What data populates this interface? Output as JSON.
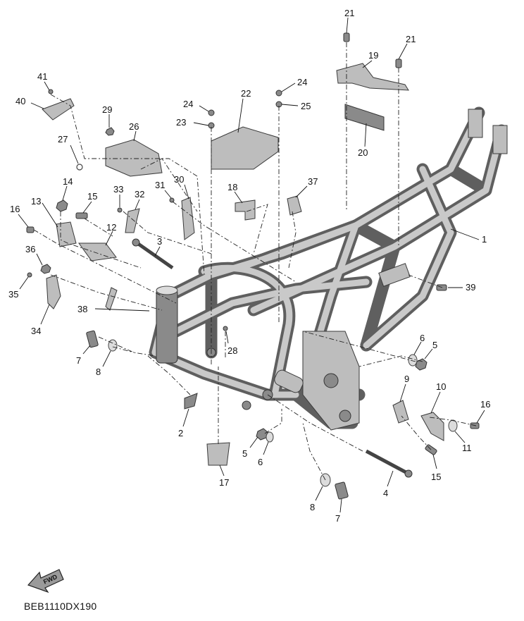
{
  "diagram_code": "BEB1110DX190",
  "fwd_label": "FWD",
  "callouts": [
    {
      "id": "c1",
      "text": "1"
    },
    {
      "id": "c2",
      "text": "2"
    },
    {
      "id": "c3",
      "text": "3"
    },
    {
      "id": "c4",
      "text": "4"
    },
    {
      "id": "c5a",
      "text": "5"
    },
    {
      "id": "c5b",
      "text": "5"
    },
    {
      "id": "c6a",
      "text": "6"
    },
    {
      "id": "c6b",
      "text": "6"
    },
    {
      "id": "c7a",
      "text": "7"
    },
    {
      "id": "c7b",
      "text": "7"
    },
    {
      "id": "c8a",
      "text": "8"
    },
    {
      "id": "c8b",
      "text": "8"
    },
    {
      "id": "c9",
      "text": "9"
    },
    {
      "id": "c10",
      "text": "10"
    },
    {
      "id": "c11",
      "text": "11"
    },
    {
      "id": "c12",
      "text": "12"
    },
    {
      "id": "c13",
      "text": "13"
    },
    {
      "id": "c14",
      "text": "14"
    },
    {
      "id": "c15a",
      "text": "15"
    },
    {
      "id": "c15b",
      "text": "15"
    },
    {
      "id": "c16a",
      "text": "16"
    },
    {
      "id": "c16b",
      "text": "16"
    },
    {
      "id": "c17",
      "text": "17"
    },
    {
      "id": "c18",
      "text": "18"
    },
    {
      "id": "c19",
      "text": "19"
    },
    {
      "id": "c20",
      "text": "20"
    },
    {
      "id": "c21a",
      "text": "21"
    },
    {
      "id": "c21b",
      "text": "21"
    },
    {
      "id": "c22",
      "text": "22"
    },
    {
      "id": "c23",
      "text": "23"
    },
    {
      "id": "c24a",
      "text": "24"
    },
    {
      "id": "c24b",
      "text": "24"
    },
    {
      "id": "c25",
      "text": "25"
    },
    {
      "id": "c26",
      "text": "26"
    },
    {
      "id": "c27",
      "text": "27"
    },
    {
      "id": "c28",
      "text": "28"
    },
    {
      "id": "c29",
      "text": "29"
    },
    {
      "id": "c30",
      "text": "30"
    },
    {
      "id": "c31",
      "text": "31"
    },
    {
      "id": "c32",
      "text": "32"
    },
    {
      "id": "c33",
      "text": "33"
    },
    {
      "id": "c34",
      "text": "34"
    },
    {
      "id": "c35",
      "text": "35"
    },
    {
      "id": "c36",
      "text": "36"
    },
    {
      "id": "c37",
      "text": "37"
    },
    {
      "id": "c38",
      "text": "38"
    },
    {
      "id": "c39",
      "text": "39"
    },
    {
      "id": "c40",
      "text": "40"
    },
    {
      "id": "c41",
      "text": "41"
    }
  ]
}
